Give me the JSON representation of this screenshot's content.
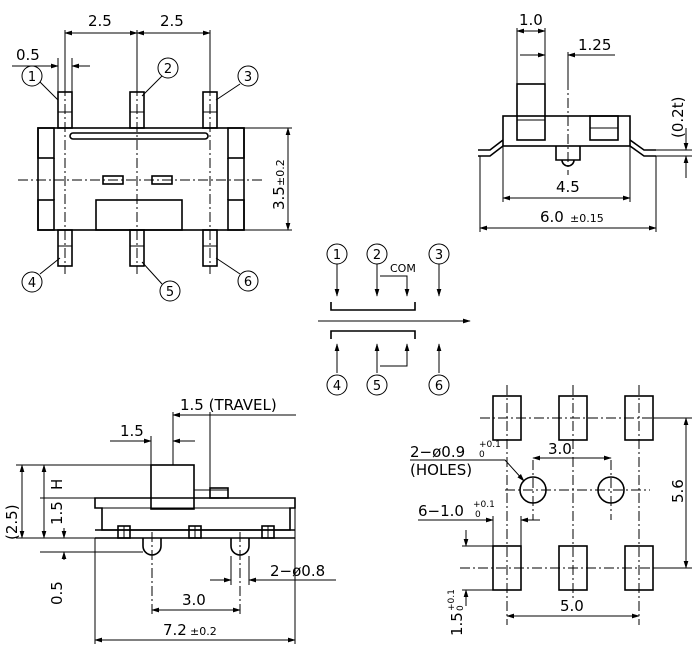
{
  "top_view": {
    "dim_pitch_left": "2.5",
    "dim_pitch_right": "2.5",
    "dim_pin_width": "0.5",
    "dim_height": "3.5",
    "dim_height_tol": "±0.2",
    "pins": [
      "1",
      "2",
      "3",
      "4",
      "5",
      "6"
    ]
  },
  "side_view": {
    "dim_1": "1.0",
    "dim_2": "1.25",
    "dim_offset": "(0.2t)",
    "dim_inner": "4.5",
    "dim_overall": "6.0",
    "dim_overall_tol": "±0.15"
  },
  "schematic": {
    "pins_top": [
      "1",
      "2",
      "3"
    ],
    "pins_bottom": [
      "4",
      "5",
      "6"
    ],
    "com_label": "COM"
  },
  "front_view": {
    "dim_travel": "1.5 (TRAVEL)",
    "dim_knob": "1.5",
    "dim_total_h": "(2.5)",
    "dim_body_h": "1.5",
    "dim_h_label": "H",
    "dim_pin_h": "0.5",
    "dim_holes": "2−ø0.8",
    "dim_hole_spacing": "3.0",
    "dim_length": "7.2",
    "dim_length_tol": "±0.2"
  },
  "pcb_layout": {
    "dim_holes_label": "2−ø0.9",
    "dim_holes_tol_top": "+0.1",
    "dim_holes_tol_bot": "0",
    "dim_holes_note": "(HOLES)",
    "dim_hole_spacing": "3.0",
    "dim_pads_label": "6−1.0",
    "dim_pads_tol_top": "+0.1",
    "dim_pads_tol_bot": "0",
    "dim_pad_height": "1.5",
    "dim_pad_height_tol_top": "+0.1",
    "dim_pad_height_tol_bot": "0",
    "dim_pad_spacing": "5.0",
    "dim_row_spacing": "5.6"
  }
}
